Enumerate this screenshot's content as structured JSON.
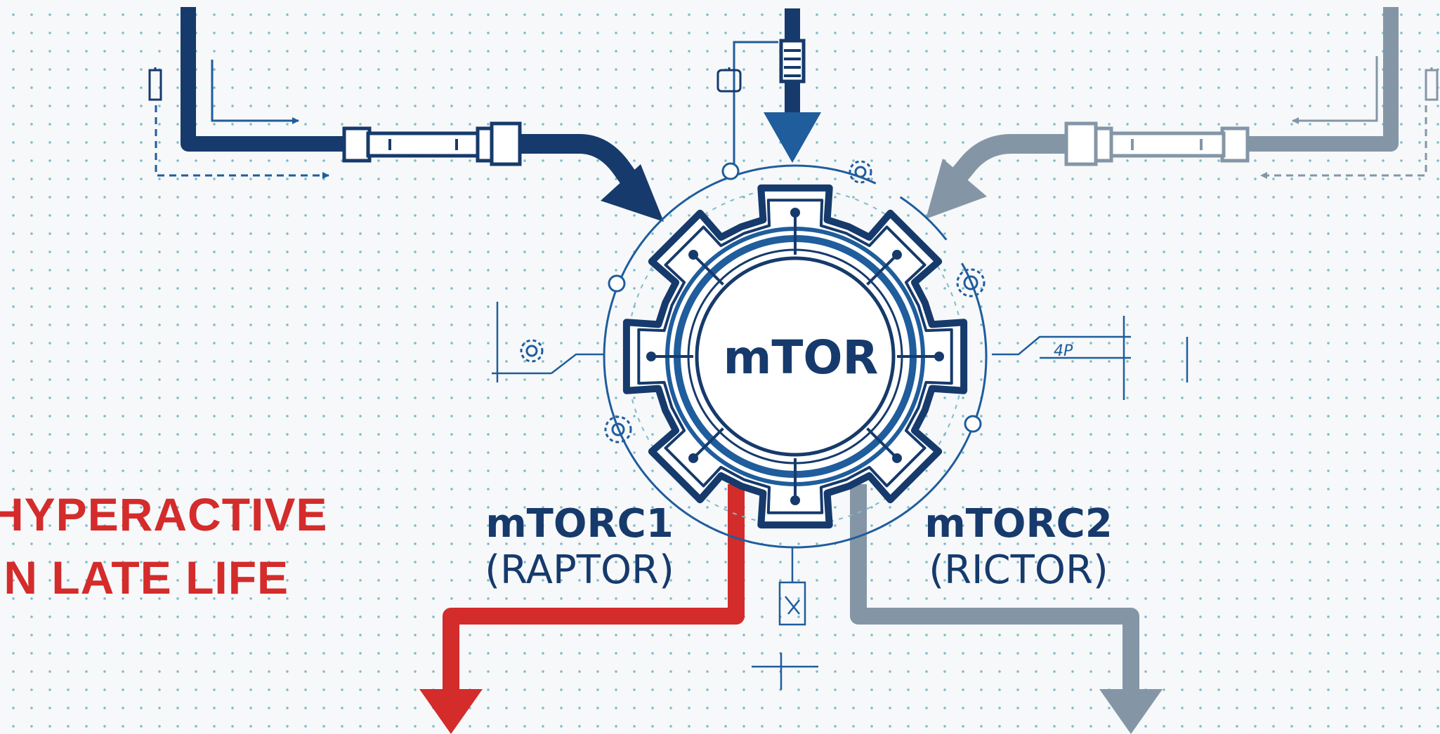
{
  "diagram": {
    "core_label": "mTOR",
    "status_label_lines": [
      "HYPERACTIVE",
      "IN LATE LIFE"
    ],
    "complexes": [
      {
        "name": "mTORC1",
        "subunit": "(RAPTOR)",
        "path_color": "#d42b2b"
      },
      {
        "name": "mTORC2",
        "subunit": "(RICTOR)",
        "path_color": "#8496a6"
      }
    ],
    "inputs": [
      "left",
      "top",
      "right"
    ],
    "icons": [
      "gear-icon",
      "battery-icon",
      "circuit-chip-icon",
      "flask-icon"
    ],
    "colors": {
      "navy": "#163a6b",
      "red": "#d42b2b",
      "gray": "#8496a6",
      "accent_blue": "#1f5d9c",
      "grid_dot": "#7fbccb"
    }
  }
}
